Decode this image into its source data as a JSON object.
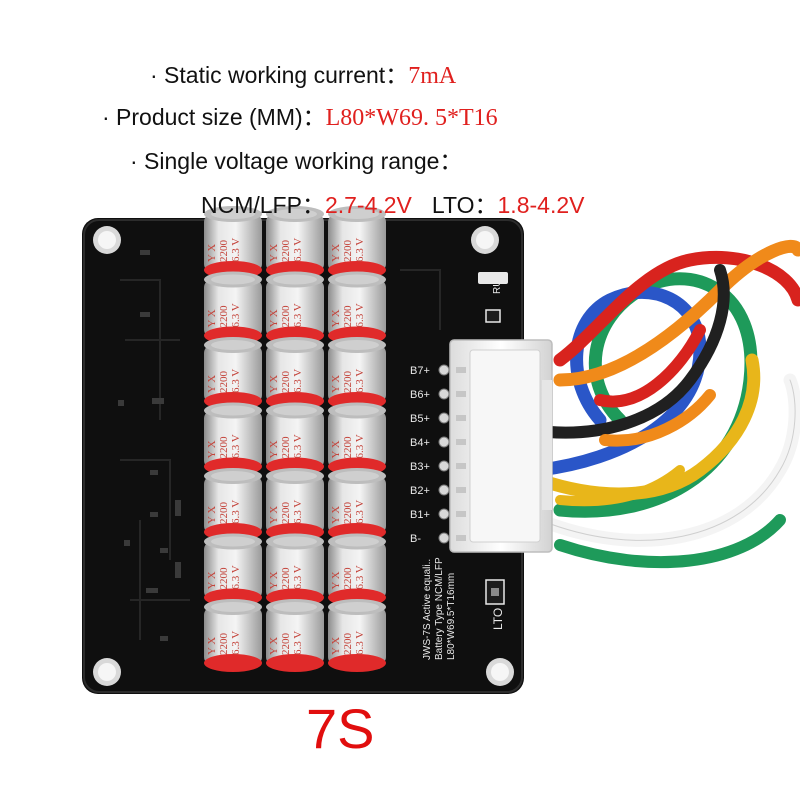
{
  "specs": {
    "current_label": "· Static working current：",
    "current_value": "7mA",
    "size_label": "· Product size (MM)：",
    "size_value": "L80*W69. 5*T16",
    "range_label": "· Single voltage working range：",
    "ncm_label": "NCM/LFP：",
    "ncm_value": "2.7-4.2V",
    "lto_label": "LTO：",
    "lto_value": "1.8-4.2V"
  },
  "model": "7S",
  "board": {
    "pin_labels": [
      "B7+",
      "B6+",
      "B5+",
      "B4+",
      "B3+",
      "B2+",
      "B1+",
      "B-"
    ],
    "run_label": "RUN",
    "lto_mark": "LTO",
    "silk_lines": [
      "JWS-7S Active equali..",
      "Battery Type NCM/LFP",
      "L80*W69.5*T16mm"
    ],
    "capacitor": {
      "brand": "Y X",
      "capacitance": "2200",
      "voltage": "6.3 V"
    }
  },
  "colors": {
    "pcb": "#111111",
    "capacitor_body": "#d9d9d9",
    "capacitor_cap": "#e02a2a",
    "accent_red": "#e0201e",
    "connector": "#f2f2f2"
  },
  "wires": [
    "red",
    "orange",
    "yellow",
    "green",
    "blue",
    "white",
    "black"
  ]
}
